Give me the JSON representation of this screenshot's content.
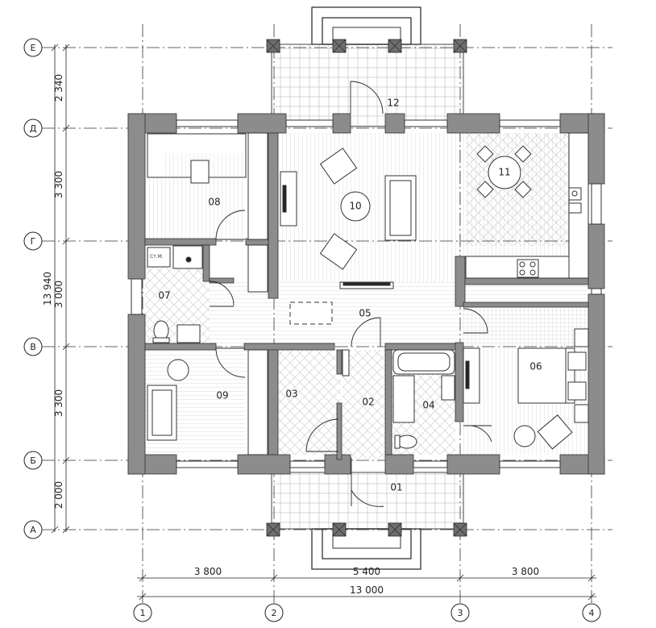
{
  "axes": {
    "letters": [
      "Е",
      "Д",
      "Г",
      "В",
      "Б",
      "А"
    ],
    "numbers": [
      "1",
      "2",
      "3",
      "4"
    ]
  },
  "dimensions": {
    "vertical": [
      "2 340",
      "3 300",
      "3 000",
      "3 300",
      "2 000"
    ],
    "total_vertical": "13 940",
    "horizontal": [
      "3 800",
      "5 400",
      "3 800"
    ],
    "total_horizontal": "13 000"
  },
  "rooms": [
    "01",
    "02",
    "03",
    "04",
    "05",
    "06",
    "07",
    "08",
    "09",
    "10",
    "11",
    "12"
  ],
  "fixture_label": "Ст.М.",
  "colors": {
    "wall": "#8c8c8c",
    "line": "#222222",
    "hatch": "#c8c8c8"
  }
}
